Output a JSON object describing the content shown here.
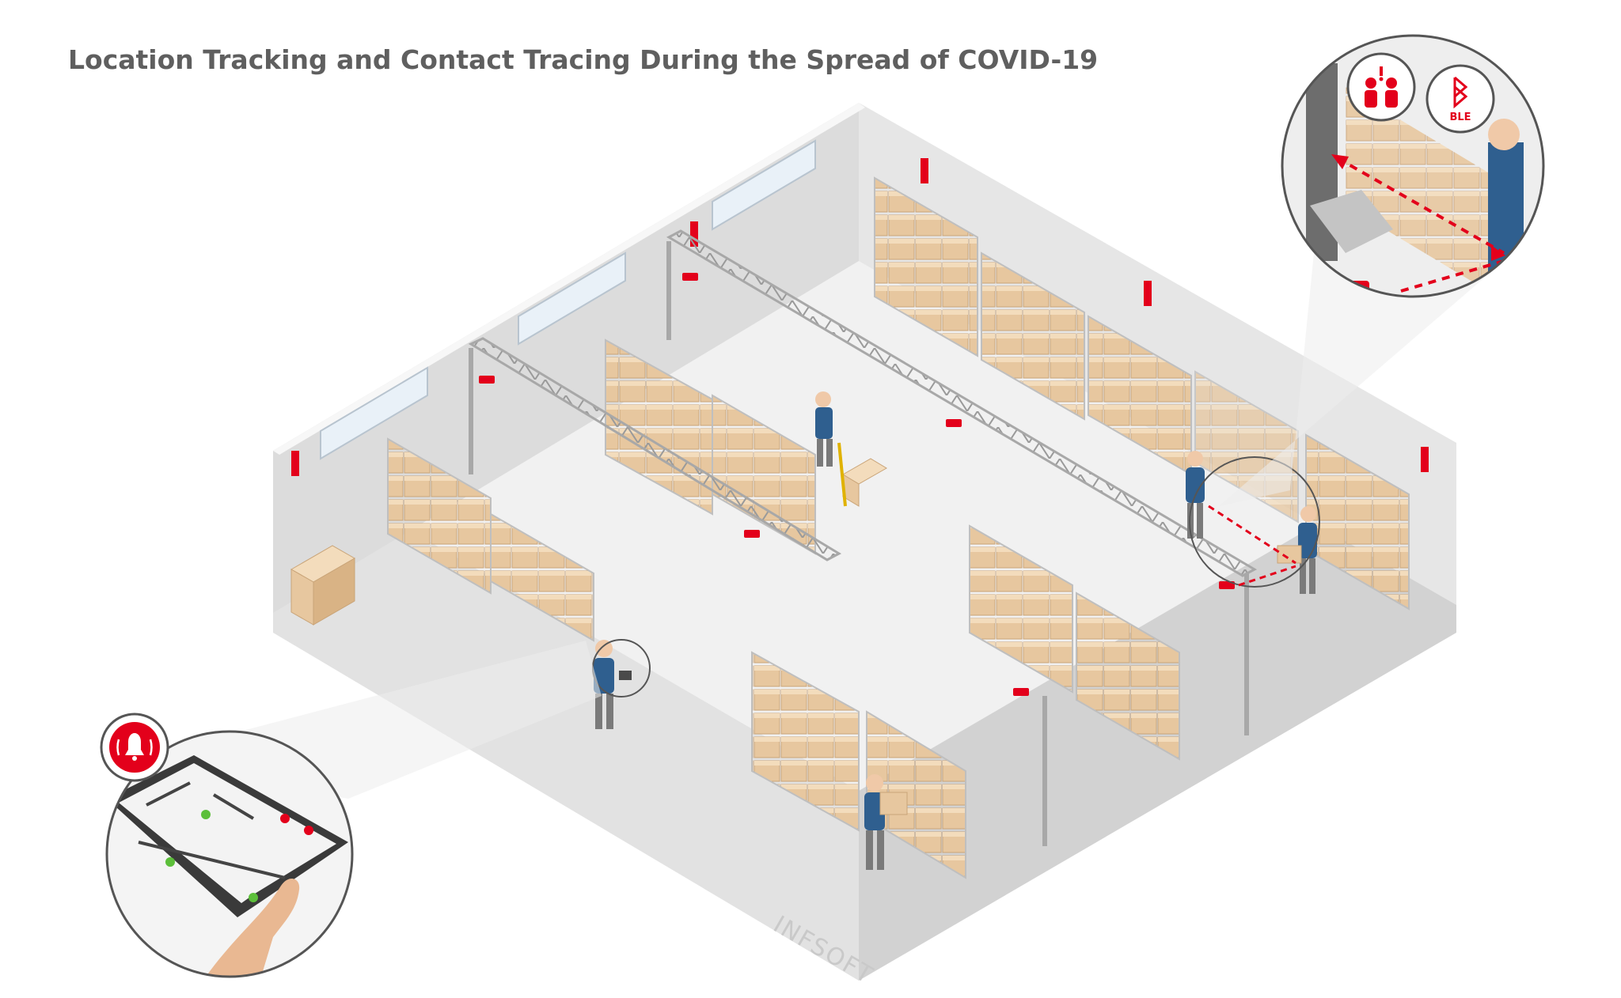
{
  "title": "Location Tracking and Contact Tracing During the Spread of COVID-19",
  "badges": {
    "ble_label": "BLE"
  },
  "watermark": "INFSOFT",
  "icons": {
    "contact": "people-distance-alert-icon",
    "ble": "bluetooth-icon",
    "alarm": "alarm-bell-icon"
  },
  "colors": {
    "accent_red": "#e3001b",
    "title_gray": "#5f5f5f",
    "worker_blue": "#2f5f8f",
    "box_tan": "#e8c9a0",
    "green_dot": "#5cbf3a"
  }
}
